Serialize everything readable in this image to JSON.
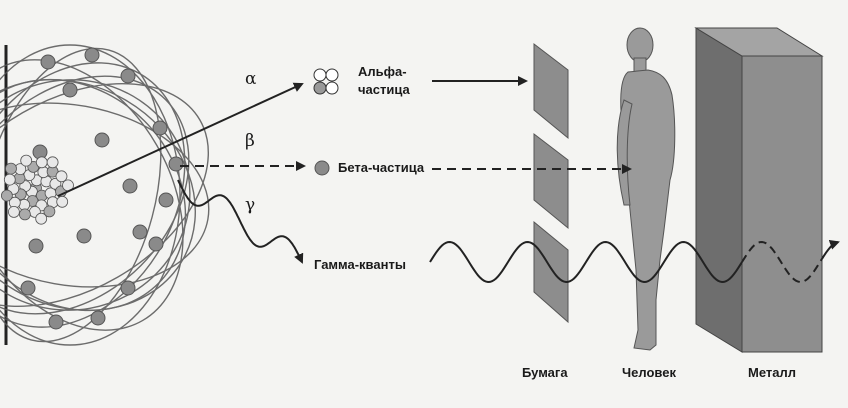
{
  "rays": {
    "alpha": {
      "symbol": "α",
      "label_line1": "Альфа-",
      "label_line2": "частица"
    },
    "beta": {
      "symbol": "β",
      "label": "Бета-частица"
    },
    "gamma": {
      "symbol": "γ",
      "label": "Гамма-кванты"
    }
  },
  "barriers": {
    "paper": "Бумага",
    "human": "Человек",
    "metal": "Металл"
  },
  "colors": {
    "ink": "#2a2a2a",
    "particle": "#8a8a8a",
    "paper_sheet": "#8d8d8d",
    "metal_front": "#8e8e8e",
    "metal_side": "#6e6e6e",
    "metal_top": "#a4a4a4",
    "human": "#9a9a9a"
  }
}
